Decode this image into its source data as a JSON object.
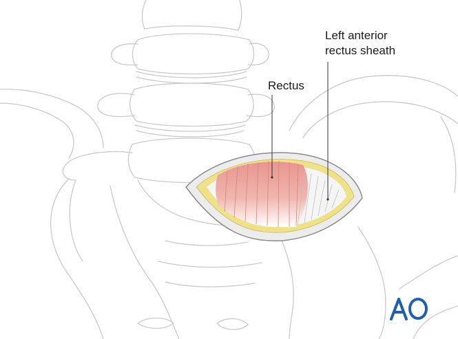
{
  "labels": {
    "rectus": "Rectus",
    "sheath_line1": "Left anterior",
    "sheath_line2": "rectus sheath"
  },
  "logo": {
    "text": "AO",
    "color": "#1f5fae"
  },
  "colors": {
    "outline": "#c9c9c9",
    "muscle": "#e8a09a",
    "muscle_light": "#f6dcd8",
    "fat": "#efe08a",
    "sheath": "#f2f2f2",
    "edge": "#8a8a8a",
    "leader": "#333333"
  }
}
